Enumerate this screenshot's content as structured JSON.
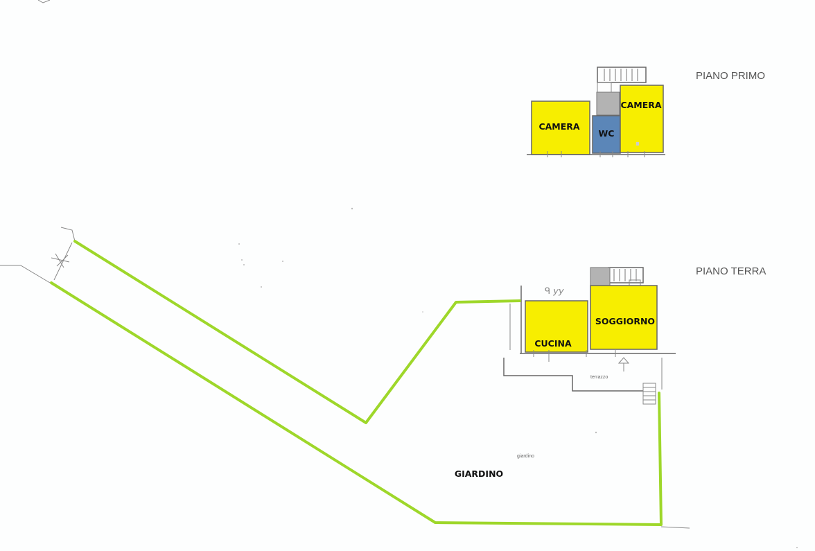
{
  "floors": {
    "upper": {
      "label": "PIANO PRIMO"
    },
    "ground": {
      "label": "PIANO TERRA"
    }
  },
  "rooms": {
    "camera_left": {
      "label": "CAMERA",
      "color": "#f7ee00"
    },
    "wc": {
      "label": "WC",
      "color": "#5b86b8"
    },
    "camera_right": {
      "label": "CAMERA",
      "color": "#f7ee00"
    },
    "cucina": {
      "label": "CUCINA",
      "color": "#f7ee00"
    },
    "soggiorno": {
      "label": "SOGGIORNO",
      "color": "#f7ee00"
    },
    "giardino": {
      "label": "GIARDINO"
    }
  },
  "annotations": {
    "terrazzo": "terrazzo",
    "giardino_small": "giardino"
  },
  "colors": {
    "boundary": "#9ed72a",
    "stair": "#b3b3b3",
    "walls": "#666666"
  }
}
